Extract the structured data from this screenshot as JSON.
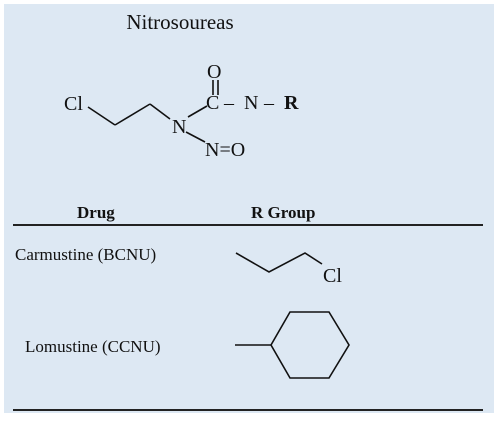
{
  "title": "Nitrosoureas",
  "structure": {
    "chlorine": "Cl",
    "oxygen_top": "O",
    "carbonyl_carbon": "C",
    "dash": "–",
    "amide_n": "N",
    "r_label": "R",
    "ring_n": "N",
    "nitroso": "N=O"
  },
  "table": {
    "headers": {
      "drug": "Drug",
      "r_group": "R Group"
    },
    "rows": [
      {
        "drug": "Carmustine (BCNU)",
        "r_group_label": "Cl",
        "r_group_shape": "chloroethyl"
      },
      {
        "drug": "Lomustine (CCNU)",
        "r_group_label": "",
        "r_group_shape": "cyclohexyl"
      }
    ]
  },
  "colors": {
    "panel": "#dde8f3",
    "ink": "#111111"
  }
}
